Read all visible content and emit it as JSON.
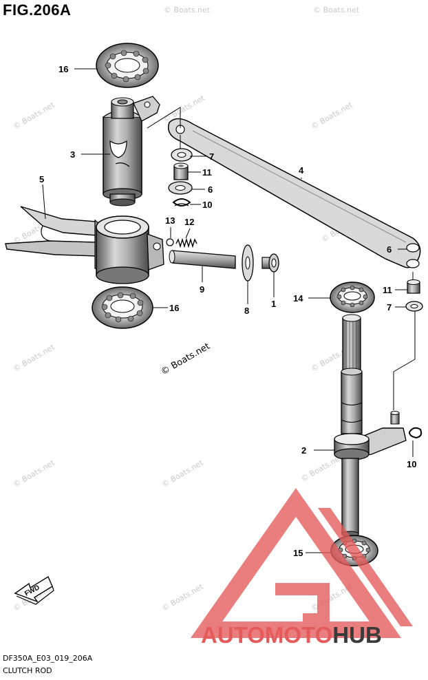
{
  "figure": {
    "title": "FIG.206A",
    "code": "DF350A_E03_019_206A",
    "caption": "CLUTCH ROD"
  },
  "watermark": "© Boats.net",
  "direction_label": "FWD",
  "brand": {
    "part1": "AUTOMOTO",
    "part2": "HUB",
    "accent_color": "#e55a5a",
    "dark_color": "#3a3a3a"
  },
  "callouts": [
    {
      "id": "c16a",
      "label": "16"
    },
    {
      "id": "c3",
      "label": "3"
    },
    {
      "id": "c5",
      "label": "5"
    },
    {
      "id": "c7a",
      "label": "7"
    },
    {
      "id": "c11a",
      "label": "11"
    },
    {
      "id": "c6a",
      "label": "6"
    },
    {
      "id": "c10a",
      "label": "10"
    },
    {
      "id": "c13",
      "label": "13"
    },
    {
      "id": "c12",
      "label": "12"
    },
    {
      "id": "c9",
      "label": "9"
    },
    {
      "id": "c8",
      "label": "8"
    },
    {
      "id": "c1",
      "label": "1"
    },
    {
      "id": "c16b",
      "label": "16"
    },
    {
      "id": "c4",
      "label": "4"
    },
    {
      "id": "c6b",
      "label": "6"
    },
    {
      "id": "c14",
      "label": "14"
    },
    {
      "id": "c11b",
      "label": "11"
    },
    {
      "id": "c7b",
      "label": "7"
    },
    {
      "id": "c2",
      "label": "2"
    },
    {
      "id": "c10b",
      "label": "10"
    },
    {
      "id": "c15",
      "label": "15"
    }
  ]
}
